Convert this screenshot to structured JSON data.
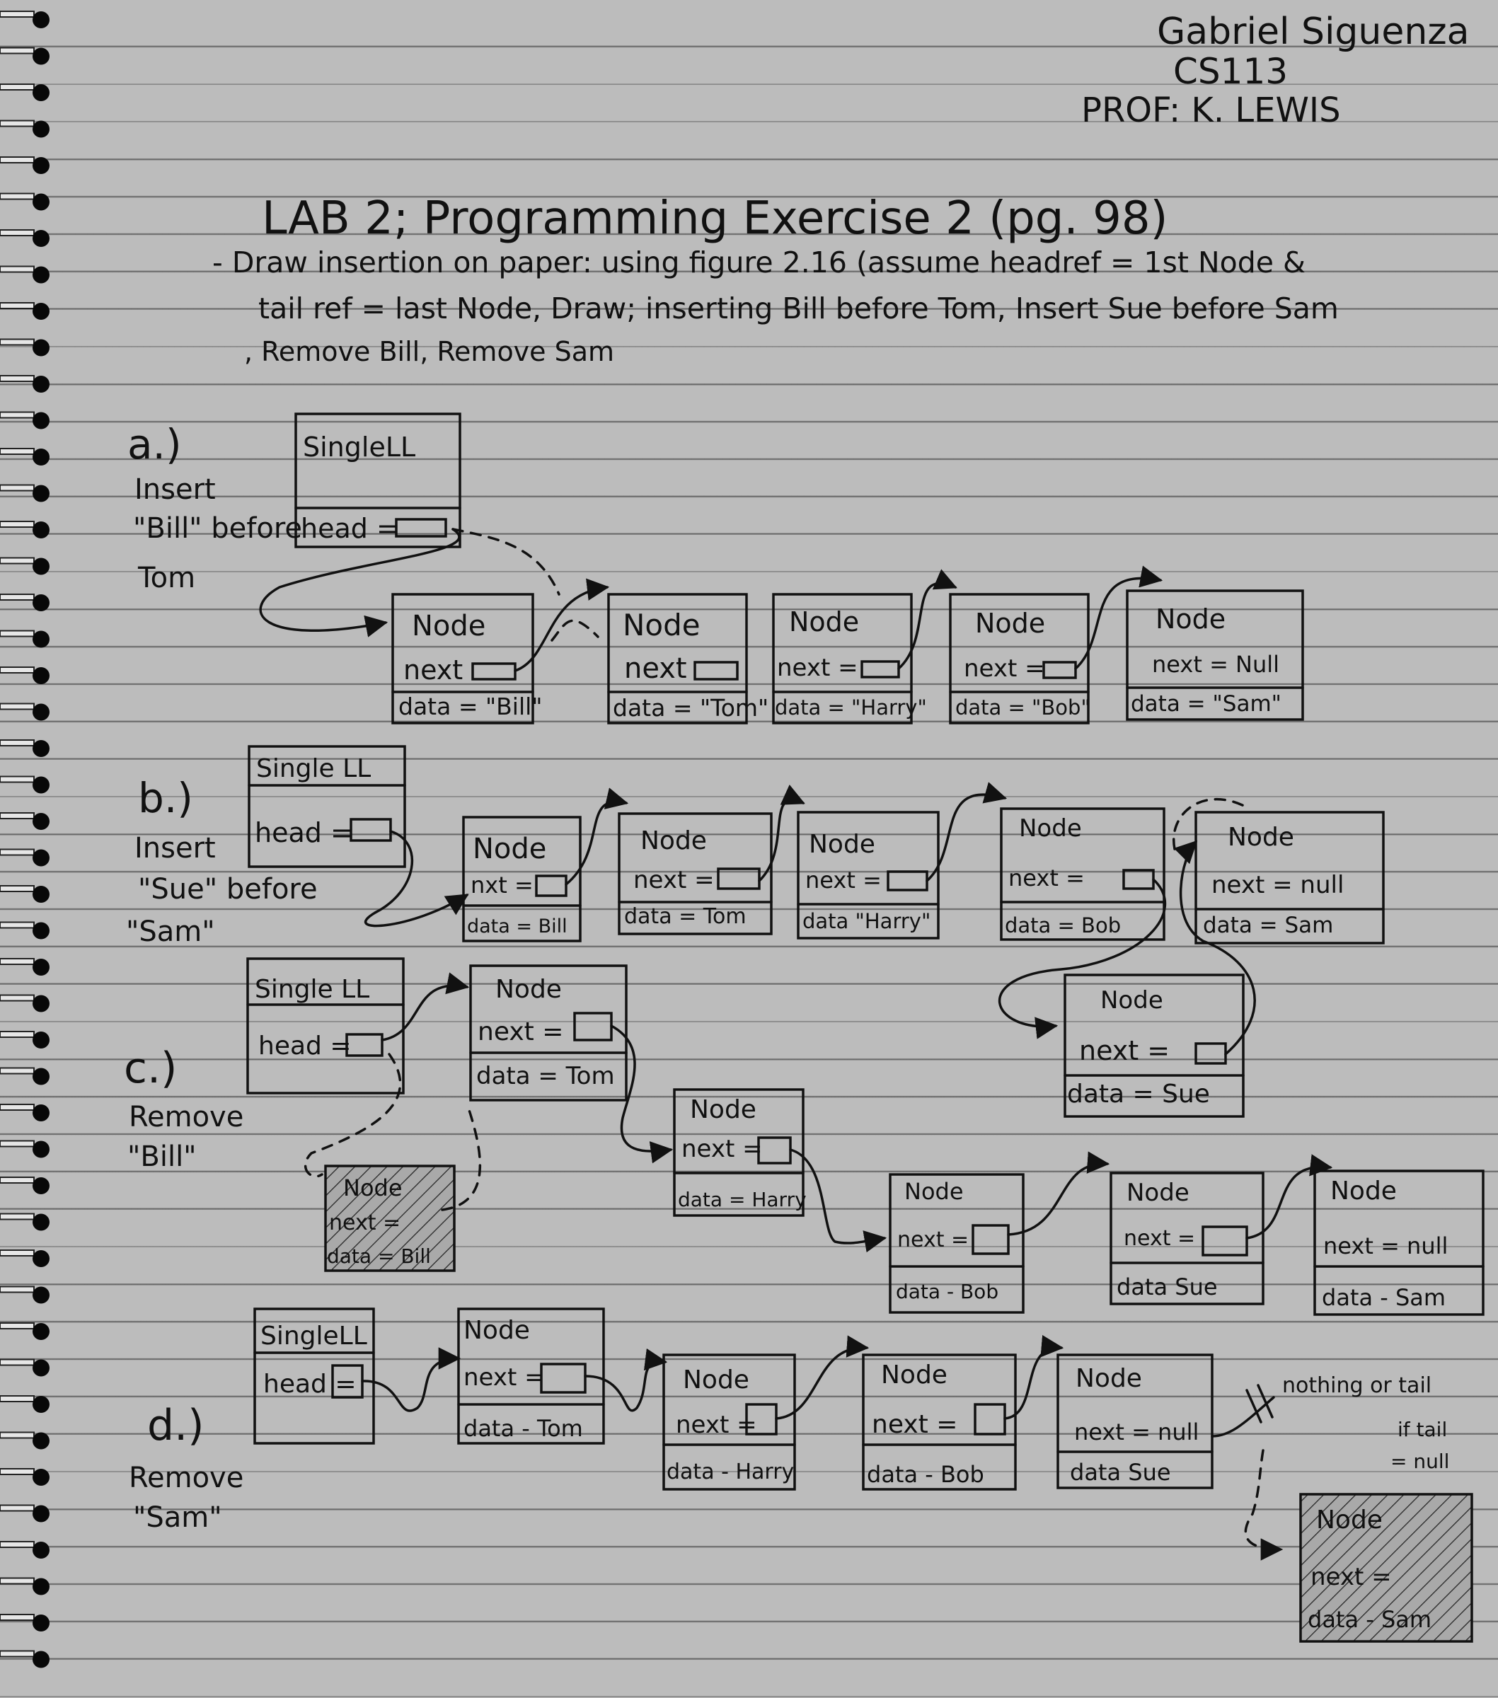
{
  "header": {
    "name": "Gabriel Siguenza",
    "course": "CS113",
    "professor": "PROF: K. LEWIS"
  },
  "title": "LAB 2; Programming Exercise 2 (pg. 98)",
  "instructions": {
    "line1": "- Draw insertion on paper: using figure 2.16 (assume headref = 1st Node &",
    "line2": "tail ref = last Node, Draw; inserting Bill before Tom, Insert Sue before Sam",
    "line3": ", Remove Bill, Remove Sam"
  },
  "part_a": {
    "label": "a.)",
    "caption": [
      "Insert",
      "\"Bill\" before",
      "Tom"
    ],
    "list": {
      "title": "SingleLL",
      "head": "head ="
    },
    "nodes": [
      {
        "title": "Node",
        "next": "next",
        "data": "data = \"Bill\""
      },
      {
        "title": "Node",
        "next": "next",
        "data": "data = \"Tom\""
      },
      {
        "title": "Node",
        "next": "next =",
        "data": "data = \"Harry\""
      },
      {
        "title": "Node",
        "next": "next =",
        "data": "data = \"Bob\""
      },
      {
        "title": "Node",
        "next": "next = Null",
        "data": "data = \"Sam\""
      }
    ]
  },
  "part_b": {
    "label": "b.)",
    "caption": [
      "Insert",
      "\"Sue\" before",
      "\"Sam\""
    ],
    "list": {
      "title": "Single LL",
      "head": "head ="
    },
    "nodes": [
      {
        "title": "Node",
        "next": "nxt =",
        "data": "data = Bill"
      },
      {
        "title": "Node",
        "next": "next =",
        "data": "data = Tom"
      },
      {
        "title": "Node",
        "next": "next =",
        "data": "data \"Harry\""
      },
      {
        "title": "Node",
        "next": "next =",
        "data": "data = Bob"
      },
      {
        "title": "Node",
        "next": "next = null",
        "data": "data = Sam"
      }
    ],
    "inserted": {
      "title": "Node",
      "next": "next =",
      "data": "data = Sue"
    }
  },
  "part_c": {
    "label": "c.)",
    "caption": [
      "Remove",
      "\"Bill\""
    ],
    "list": {
      "title": "Single LL",
      "head": "head ="
    },
    "nodes": [
      {
        "title": "Node",
        "next": "next =",
        "data": "data = Tom"
      },
      {
        "title": "Node",
        "next": "next =",
        "data": "data = Harry"
      },
      {
        "title": "Node",
        "next": "next =",
        "data": "data - Bob"
      },
      {
        "title": "Node",
        "next": "next =",
        "data": "data Sue"
      },
      {
        "title": "Node",
        "next": "next = null",
        "data": "data - Sam"
      }
    ],
    "removed": {
      "title": "Node",
      "next": "next =",
      "data": "data = Bill"
    }
  },
  "part_d": {
    "label": "d.)",
    "caption": [
      "Remove",
      "\"Sam\""
    ],
    "list": {
      "title": "SingleLL",
      "head": "head ="
    },
    "nodes": [
      {
        "title": "Node",
        "next": "next =",
        "data": "data - Tom"
      },
      {
        "title": "Node",
        "next": "next =",
        "data": "data - Harry"
      },
      {
        "title": "Node",
        "next": "next =",
        "data": "data - Bob"
      },
      {
        "title": "Node",
        "next": "next = null",
        "data": "data Sue"
      }
    ],
    "removed": {
      "title": "Node",
      "next": "next =",
      "data": "data - Sam"
    },
    "note": [
      "nothing or tail",
      "if tail",
      "= null"
    ]
  }
}
